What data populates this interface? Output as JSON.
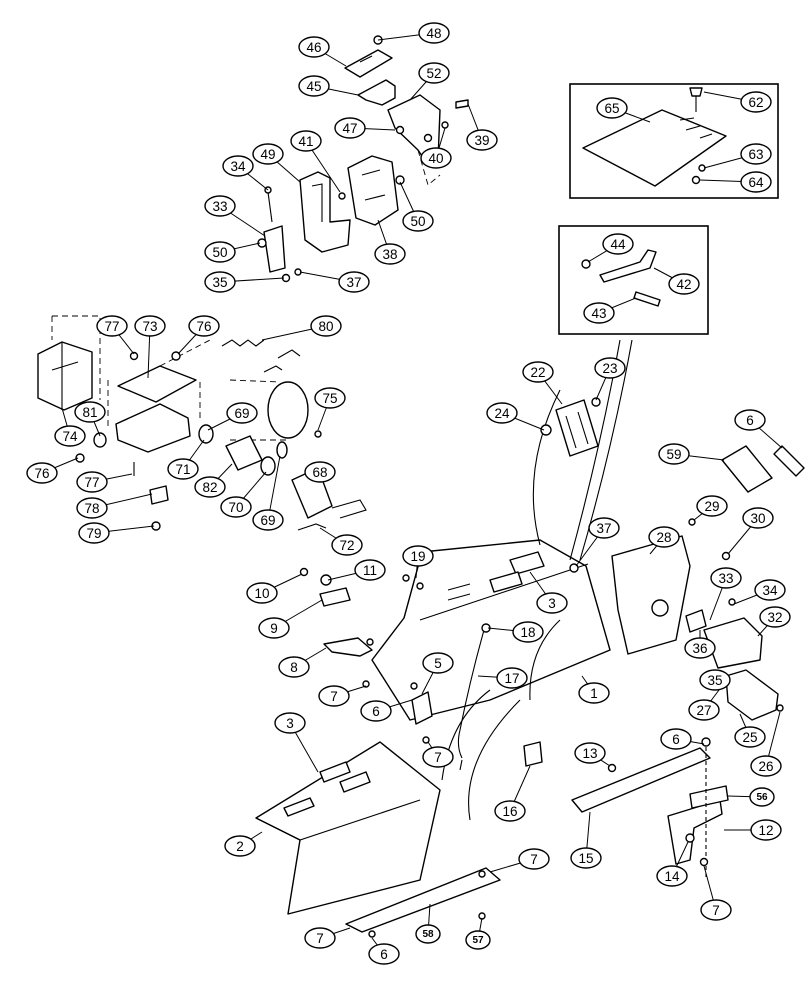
{
  "callouts": [
    {
      "id": "c48",
      "label": "48"
    },
    {
      "id": "c46",
      "label": "46"
    },
    {
      "id": "c45",
      "label": "45"
    },
    {
      "id": "c52",
      "label": "52"
    },
    {
      "id": "c47",
      "label": "47"
    },
    {
      "id": "c39",
      "label": "39"
    },
    {
      "id": "c40",
      "label": "40"
    },
    {
      "id": "c41",
      "label": "41"
    },
    {
      "id": "c49",
      "label": "49"
    },
    {
      "id": "c34a",
      "label": "34"
    },
    {
      "id": "c33a",
      "label": "33"
    },
    {
      "id": "c50a",
      "label": "50"
    },
    {
      "id": "c50b",
      "label": "50"
    },
    {
      "id": "c38",
      "label": "38"
    },
    {
      "id": "c35a",
      "label": "35"
    },
    {
      "id": "c37a",
      "label": "37"
    },
    {
      "id": "c65",
      "label": "65"
    },
    {
      "id": "c62",
      "label": "62"
    },
    {
      "id": "c63",
      "label": "63"
    },
    {
      "id": "c64",
      "label": "64"
    },
    {
      "id": "c44",
      "label": "44"
    },
    {
      "id": "c42",
      "label": "42"
    },
    {
      "id": "c43",
      "label": "43"
    },
    {
      "id": "c77a",
      "label": "77"
    },
    {
      "id": "c73",
      "label": "73"
    },
    {
      "id": "c76a",
      "label": "76"
    },
    {
      "id": "c80",
      "label": "80"
    },
    {
      "id": "c74",
      "label": "74"
    },
    {
      "id": "c81",
      "label": "81"
    },
    {
      "id": "c69a",
      "label": "69"
    },
    {
      "id": "c75",
      "label": "75"
    },
    {
      "id": "c76b",
      "label": "76"
    },
    {
      "id": "c71",
      "label": "71"
    },
    {
      "id": "c77b",
      "label": "77"
    },
    {
      "id": "c82",
      "label": "82"
    },
    {
      "id": "c78",
      "label": "78"
    },
    {
      "id": "c70",
      "label": "70"
    },
    {
      "id": "c68",
      "label": "68"
    },
    {
      "id": "c69b",
      "label": "69"
    },
    {
      "id": "c79",
      "label": "79"
    },
    {
      "id": "c72",
      "label": "72"
    },
    {
      "id": "c22",
      "label": "22"
    },
    {
      "id": "c23",
      "label": "23"
    },
    {
      "id": "c24",
      "label": "24"
    },
    {
      "id": "c6a",
      "label": "6"
    },
    {
      "id": "c59",
      "label": "59"
    },
    {
      "id": "c29",
      "label": "29"
    },
    {
      "id": "c30",
      "label": "30"
    },
    {
      "id": "c37b",
      "label": "37"
    },
    {
      "id": "c28",
      "label": "28"
    },
    {
      "id": "c19",
      "label": "19"
    },
    {
      "id": "c11",
      "label": "11"
    },
    {
      "id": "c10",
      "label": "10"
    },
    {
      "id": "c3a",
      "label": "3"
    },
    {
      "id": "c33b",
      "label": "33"
    },
    {
      "id": "c34b",
      "label": "34"
    },
    {
      "id": "c9",
      "label": "9"
    },
    {
      "id": "c18",
      "label": "18"
    },
    {
      "id": "c32",
      "label": "32"
    },
    {
      "id": "c8",
      "label": "8"
    },
    {
      "id": "c36",
      "label": "36"
    },
    {
      "id": "c5",
      "label": "5"
    },
    {
      "id": "c17",
      "label": "17"
    },
    {
      "id": "c1",
      "label": "1"
    },
    {
      "id": "c7a",
      "label": "7"
    },
    {
      "id": "c35b",
      "label": "35"
    },
    {
      "id": "c6b",
      "label": "6"
    },
    {
      "id": "c27",
      "label": "27"
    },
    {
      "id": "c25",
      "label": "25"
    },
    {
      "id": "c26",
      "label": "26"
    },
    {
      "id": "c3b",
      "label": "3"
    },
    {
      "id": "c7b",
      "label": "7"
    },
    {
      "id": "c13",
      "label": "13"
    },
    {
      "id": "c6c",
      "label": "6"
    },
    {
      "id": "c56",
      "label": "56"
    },
    {
      "id": "c16",
      "label": "16"
    },
    {
      "id": "c12",
      "label": "12"
    },
    {
      "id": "c2",
      "label": "2"
    },
    {
      "id": "c15",
      "label": "15"
    },
    {
      "id": "c14",
      "label": "14"
    },
    {
      "id": "c7c",
      "label": "7"
    },
    {
      "id": "c7d",
      "label": "7"
    },
    {
      "id": "c7e",
      "label": "7"
    },
    {
      "id": "c58",
      "label": "58"
    },
    {
      "id": "c57",
      "label": "57"
    },
    {
      "id": "c6d",
      "label": "6"
    }
  ]
}
